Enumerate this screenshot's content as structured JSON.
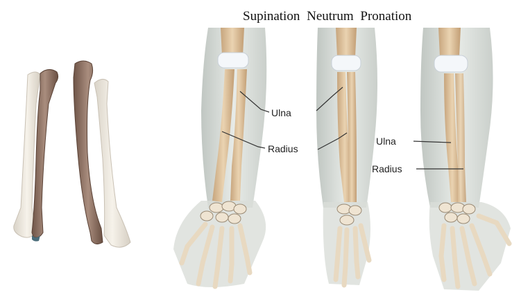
{
  "caption": {
    "supination": "Supination",
    "neutral": "Neutrum",
    "pronation": "Pronation"
  },
  "labels": {
    "supination_ulna": "Ulna",
    "supination_radius": "Radius",
    "pronation_ulna": "Ulna",
    "pronation_radius": "Radius"
  },
  "colors": {
    "bone_light": "#efe6d6",
    "bone_tan": "#d9bb95",
    "bone_dark": "#8d6e5e",
    "skin": "#d7dcd6",
    "cartilage": "#f7f9fb"
  }
}
